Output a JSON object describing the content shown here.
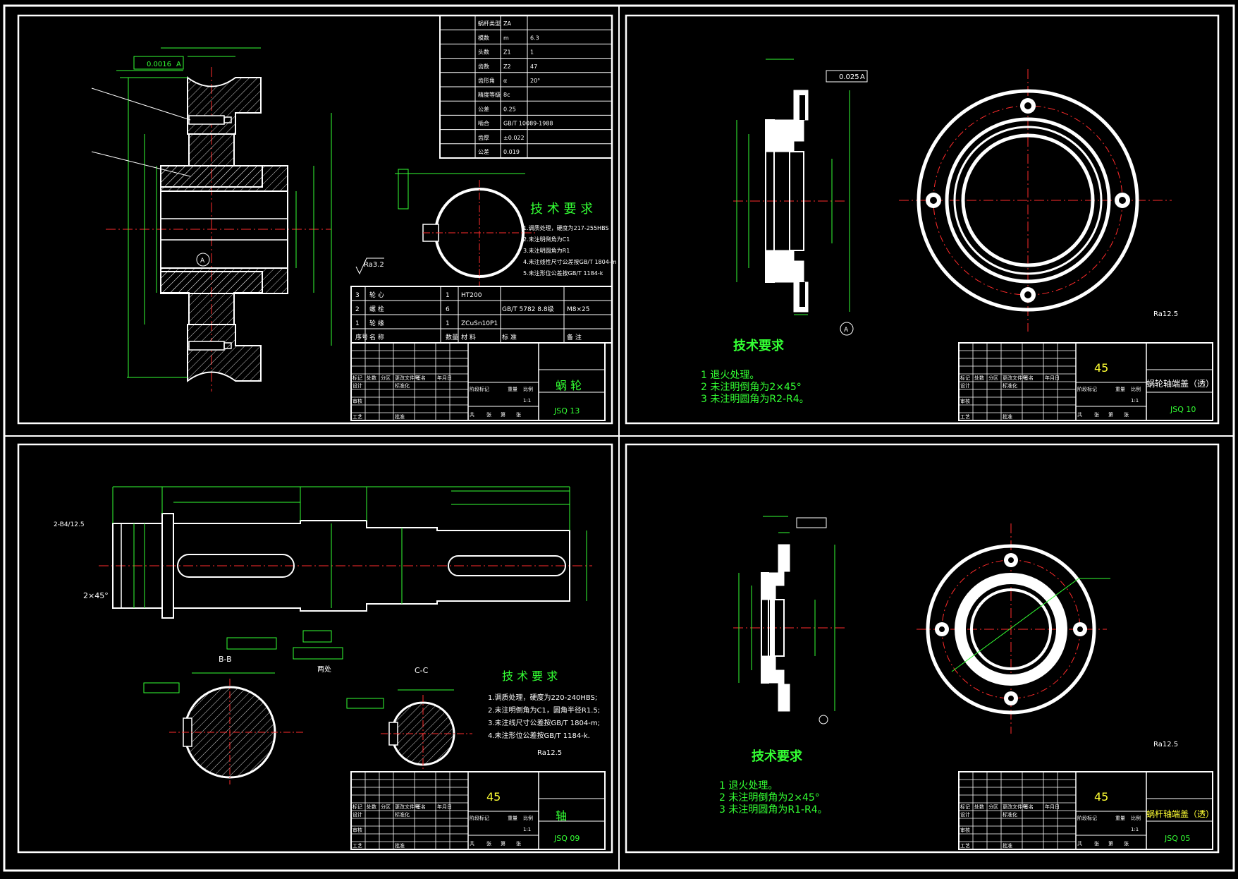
{
  "colors": {
    "bg": "#000000",
    "line": "#ffffff",
    "dim": "#33ff33",
    "center": "#ff2b2b",
    "text_green": "#33ff33",
    "text_yellow": "#ffff33"
  },
  "sheet_worm_gear": {
    "gear_params": [
      [
        "",
        "蜗杆类型",
        "ZA"
      ],
      [
        "",
        "模数",
        "m",
        "6.3"
      ],
      [
        "",
        "头数",
        "Z1",
        "1"
      ],
      [
        "",
        "齿数",
        "Z2",
        "47"
      ],
      [
        "",
        "齿形角",
        "α",
        "20°"
      ],
      [
        "",
        "精度等级",
        "8c"
      ],
      [
        "",
        "公差",
        "0.25"
      ],
      [
        "",
        "啮合",
        "GB/T 10089-1988"
      ],
      [
        "",
        "齿厚",
        "±0.022"
      ],
      [
        "",
        "公差",
        "0.019"
      ]
    ],
    "bom": [
      [
        "3",
        "轮 心",
        "1",
        "HT200",
        "",
        ""
      ],
      [
        "2",
        "螺 栓",
        "6",
        "",
        "GB/T 5782  8.8级",
        "M8×25"
      ],
      [
        "1",
        "轮 缘",
        "1",
        "ZCuSn10P1",
        "",
        ""
      ]
    ],
    "bom_header": [
      "序号",
      "名 称",
      "数量",
      "材 料",
      "标 准",
      "备 注"
    ],
    "tech_title": "技 术 要 求",
    "tech_items": [
      "1.调质处理，硬度为217-255HBS",
      "2.未注明倒角为C1",
      "3.未注明圆角为R1",
      "4.未注线性尺寸公差按GB/T 1804-m",
      "5.未注形位公差按GB/T 1184-k"
    ],
    "part_name": "蜗 轮",
    "drawing_no": "JSQ 13",
    "roughness": "Ra3.2",
    "tolerance_box": "0.0016",
    "datum": "A"
  },
  "sheet_cover_through": {
    "tech_title": "技术要求",
    "tech_items": [
      "1  退火处理。",
      "2  未注明倒角为2×45°",
      "3  未注明圆角为R2-R4。"
    ],
    "material": "45",
    "part_name": "蜗轮轴端盖（透）",
    "drawing_no": "JSQ 10",
    "roughness": "Ra12.5",
    "tolerance_box": "0.025",
    "datum": "A"
  },
  "sheet_shaft": {
    "section_b": "B-B",
    "section_c": "C-C",
    "tech_title": "技 术 要 求",
    "tech_items": [
      "1.调质处理，硬度为220-240HBS;",
      "2.未注明倒角为C1，圆角半径R1.5;",
      "3.未注线尺寸公差按GB/T 1804-m;",
      "4.未注形位公差按GB/T 1184-k."
    ],
    "material": "45",
    "part_name": "轴",
    "drawing_no": "JSQ 09",
    "roughness": "Ra12.5",
    "chamfer": "2×45°",
    "note_two": "两处",
    "center_hole": "2-B4/12.5"
  },
  "sheet_cover_worm": {
    "tech_title": "技术要求",
    "tech_items": [
      "1  退火处理。",
      "2  未注明倒角为2×45°",
      "3  未注明圆角为R1-R4。"
    ],
    "material": "45",
    "part_name": "蜗杆轴端盖（透）",
    "drawing_no": "JSQ 05",
    "roughness": "Ra12.5"
  },
  "title_block": {
    "labels": [
      "标记",
      "处数",
      "分区",
      "更改文件号",
      "签名",
      "年月日",
      "设计",
      "标准化",
      "阶段标记",
      "重量",
      "比例",
      "审核",
      "工艺",
      "批准",
      "共",
      "张",
      "第",
      "张"
    ],
    "scale": "1:1"
  }
}
